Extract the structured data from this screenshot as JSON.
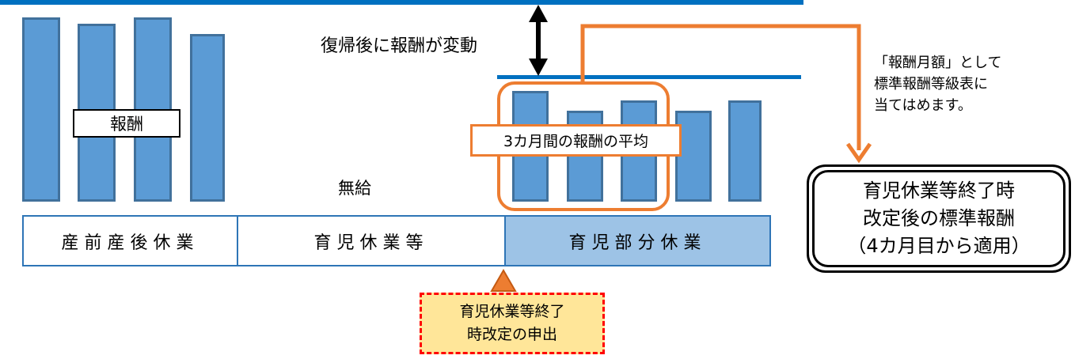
{
  "labels": {
    "pay": "報酬",
    "change": "復帰後に報酬が変動",
    "unpaid": "無給",
    "average": "3カ月間の報酬の平均",
    "note_lines": [
      "「報酬月額」として",
      "標準報酬等級表に",
      "当てはめます。"
    ],
    "result_lines": [
      "育児休業等終了時",
      "改定後の標準報酬",
      "（4カ月目から適用）"
    ],
    "apply_lines": [
      "育児休業等終了",
      "時改定の申出"
    ]
  },
  "periods": [
    {
      "label": "産前産後休業"
    },
    {
      "label": "育児休業等"
    },
    {
      "label": "育児部分休業",
      "highlight": true
    }
  ],
  "colors": {
    "bar_fill": "#5b9bd5",
    "bar_border": "#41719c",
    "line": "#0070c0",
    "accent": "#ed7d31",
    "highlight": "#9dc3e6",
    "apply_fill": "#ffe699",
    "apply_border": "#ff0000"
  }
}
